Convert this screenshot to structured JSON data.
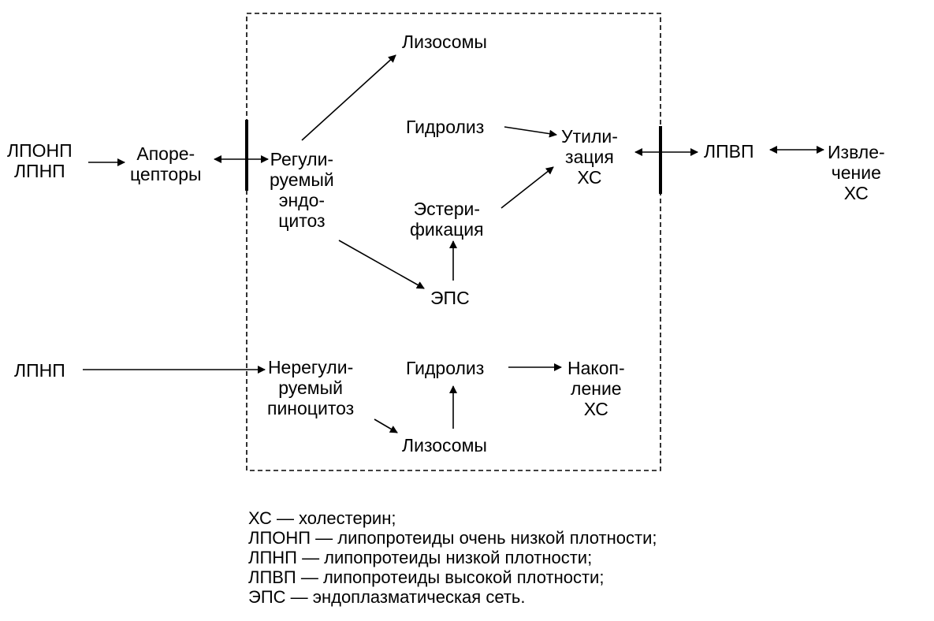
{
  "nodes": {
    "lponp_lpnp": [
      "ЛПОНП",
      "ЛПНП"
    ],
    "aporeceptors": [
      "Апоре-",
      "цепторы"
    ],
    "regulated_endocytosis": [
      "Регули-",
      "руемый",
      "эндо-",
      "цитоз"
    ],
    "lysosomes_top": "Лизосомы",
    "hydrolysis_top": "Гидролиз",
    "utilization": [
      "Утили-",
      "зация",
      "ХС"
    ],
    "esterification": [
      "Эстери-",
      "фикация"
    ],
    "eps": "ЭПС",
    "lpvp": "ЛПВП",
    "extraction": [
      "Извле-",
      "чение",
      "ХС"
    ],
    "lpnp_bottom": "ЛПНП",
    "unregulated_pinocytosis": [
      "Нерегули-",
      "руемый",
      "пиноцитоз"
    ],
    "hydrolysis_bottom": "Гидролиз",
    "accumulation": [
      "Накоп-",
      "ление",
      "ХС"
    ],
    "lysosomes_bottom": "Лизосомы"
  },
  "legend": [
    "ХС — холестерин;",
    "ЛПОНП — липопротеиды очень низкой плотности;",
    "ЛПНП — липопротеиды низкой плотности;",
    "ЛПВП — липопротеиды высокой плотности;",
    "ЭПС — эндоплазматическая сеть."
  ]
}
